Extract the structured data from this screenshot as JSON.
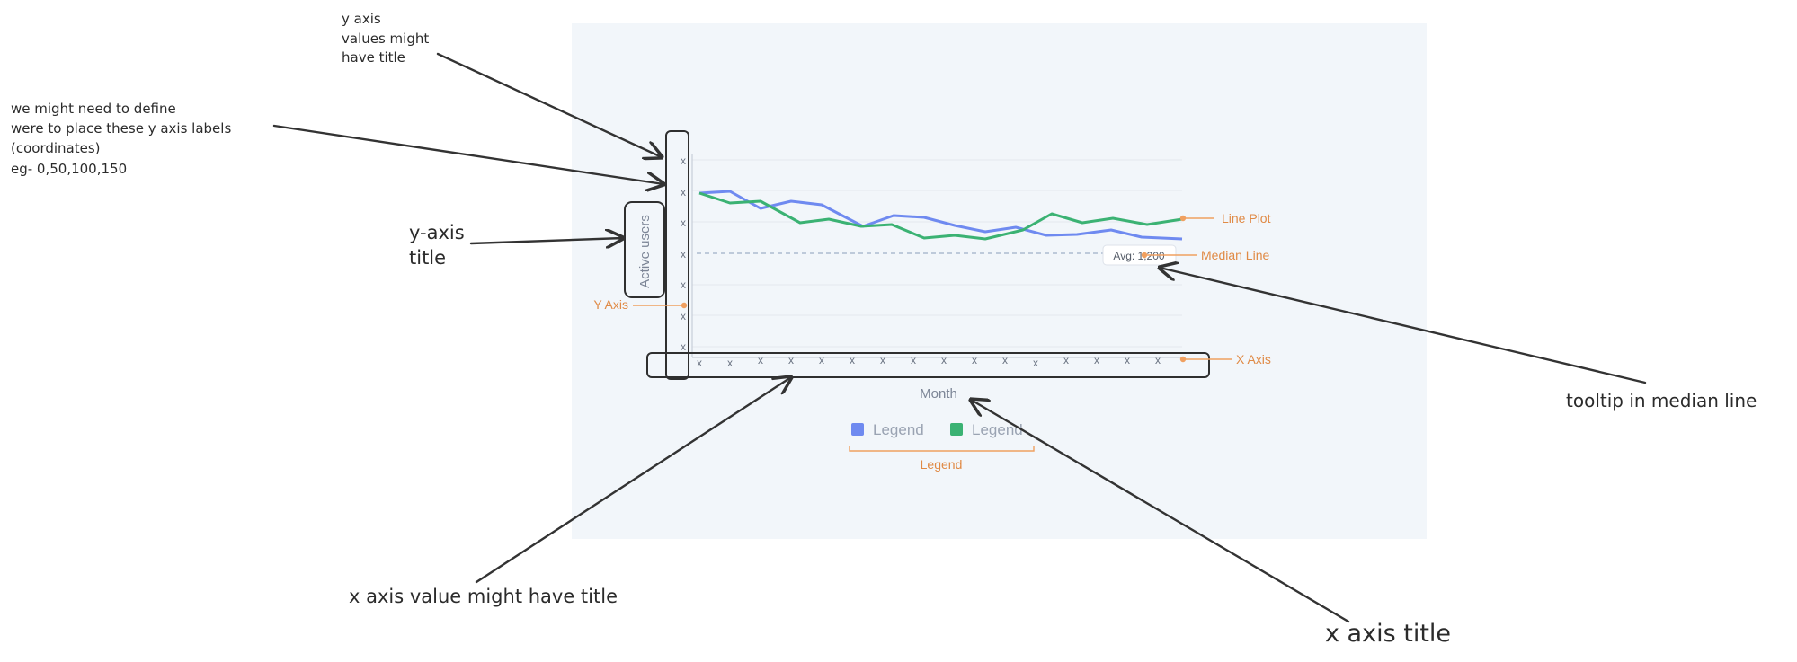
{
  "annotations": {
    "y_axis_values": [
      "y axis",
      "values might",
      "have title"
    ],
    "y_labels_placement": [
      "we might need to define",
      "were to place these y axis labels",
      "(coordinates)",
      "eg- 0,50,100,150"
    ],
    "y_axis_title": [
      "y-axis",
      "title"
    ],
    "x_axis_value": "x axis value might have title",
    "x_axis_title": "x axis title",
    "median_tooltip": "tooltip in median line"
  },
  "chart": {
    "y_tick_labels": [
      "x",
      "x",
      "x",
      "x",
      "x",
      "x",
      "x"
    ],
    "x_tick_labels": [
      "x",
      "x",
      "x",
      "x",
      "x",
      "x",
      "x",
      "x",
      "x",
      "x",
      "x",
      "x",
      "x",
      "x",
      "x",
      "x"
    ],
    "y_title": "Active users",
    "x_title": "Month",
    "median_tooltip": "Avg: 1,200",
    "legend_items": [
      "Legend",
      "Legend"
    ],
    "callouts": {
      "y_axis": "Y Axis",
      "x_axis": "X Axis",
      "line_plot": "Line Plot",
      "median_line": "Median Line",
      "legend": "Legend"
    }
  },
  "colors": {
    "series_blue": "#6f8af0",
    "series_green": "#3bb273",
    "accent_orange": "#f0a060",
    "panel_bg": "#f2f6fa"
  }
}
